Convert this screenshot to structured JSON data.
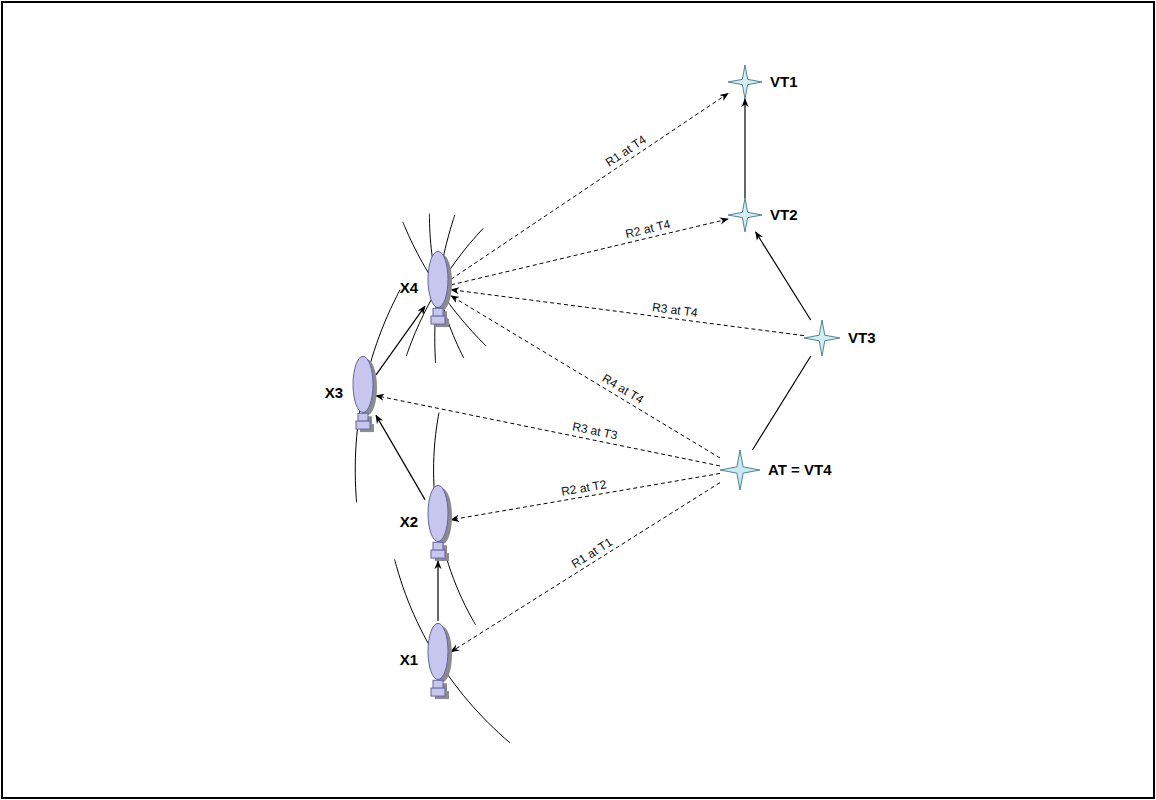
{
  "diagram": {
    "nodes": [
      {
        "text": [
          "VT1"
        ]
      },
      {
        "text": [
          "VT2"
        ]
      },
      {
        "text": [
          "X4"
        ]
      },
      {
        "text": [
          "VT3"
        ]
      },
      {
        "text": [
          "X3"
        ]
      },
      {
        "text": [
          "AT = VT4"
        ]
      },
      {
        "text": [
          "X2"
        ]
      },
      {
        "text": [
          "X1"
        ]
      }
    ],
    "edges": [
      {
        "from": 2,
        "to": 0,
        "label": "R1 at T4",
        "arrow": "to"
      },
      {
        "from": 2,
        "to": 1,
        "label": "R2 at T4",
        "arrow": "to"
      },
      {
        "from": 3,
        "to": 2,
        "label": "R3 at T4",
        "arrow": "to"
      },
      {
        "from": 5,
        "to": 2,
        "label": "R4 at T4",
        "arrow": "to"
      },
      {
        "from": 5,
        "to": 4,
        "label": "R3 at T3",
        "arrow": "to"
      },
      {
        "from": 5,
        "to": 6,
        "label": "R2 at T2",
        "arrow": "to"
      },
      {
        "from": 5,
        "to": 7,
        "label": "R1 at T1",
        "arrow": "to"
      },
      {
        "from": 7,
        "to": 6,
        "arrow": "to"
      },
      {
        "from": 6,
        "to": 4,
        "arrow": "to"
      },
      {
        "from": 4,
        "to": 2,
        "arrow": "to"
      },
      {
        "from": 1,
        "to": 0,
        "arrow": "to"
      },
      {
        "from": 3,
        "to": 1,
        "arrow": "to"
      },
      {
        "from": 5,
        "to": 3,
        "arrow": "none"
      }
    ]
  }
}
